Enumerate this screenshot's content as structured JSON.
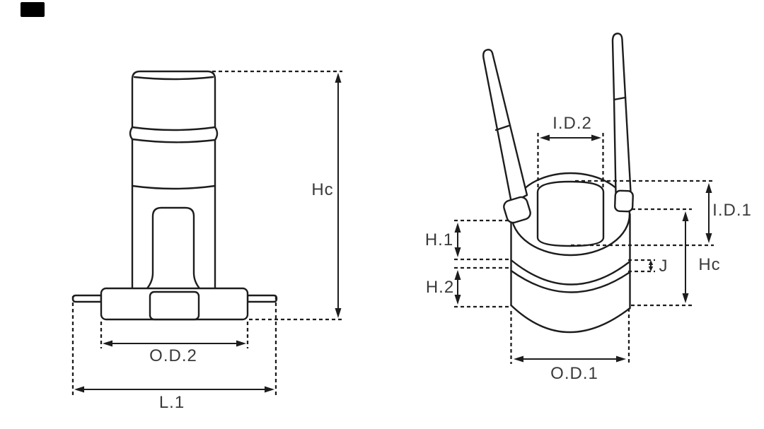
{
  "page": {
    "background": "#ffffff",
    "description_labels_only": "technical dimension drawing, two views of an alternator slip ring"
  },
  "colors": {
    "line": "#1d1d1d",
    "label_text": "#3a3a3a",
    "corner_mark": "#000000"
  },
  "side_view": {
    "labels": {
      "hc": "Hc",
      "od2": "O.D.2",
      "l1": "L.1"
    }
  },
  "perspective_view": {
    "labels": {
      "id2": "I.D.2",
      "id1": "I.D.1",
      "hc": "Hc",
      "h1": "H.1",
      "h2": "H.2",
      "j": "J",
      "od1": "O.D.1"
    }
  }
}
